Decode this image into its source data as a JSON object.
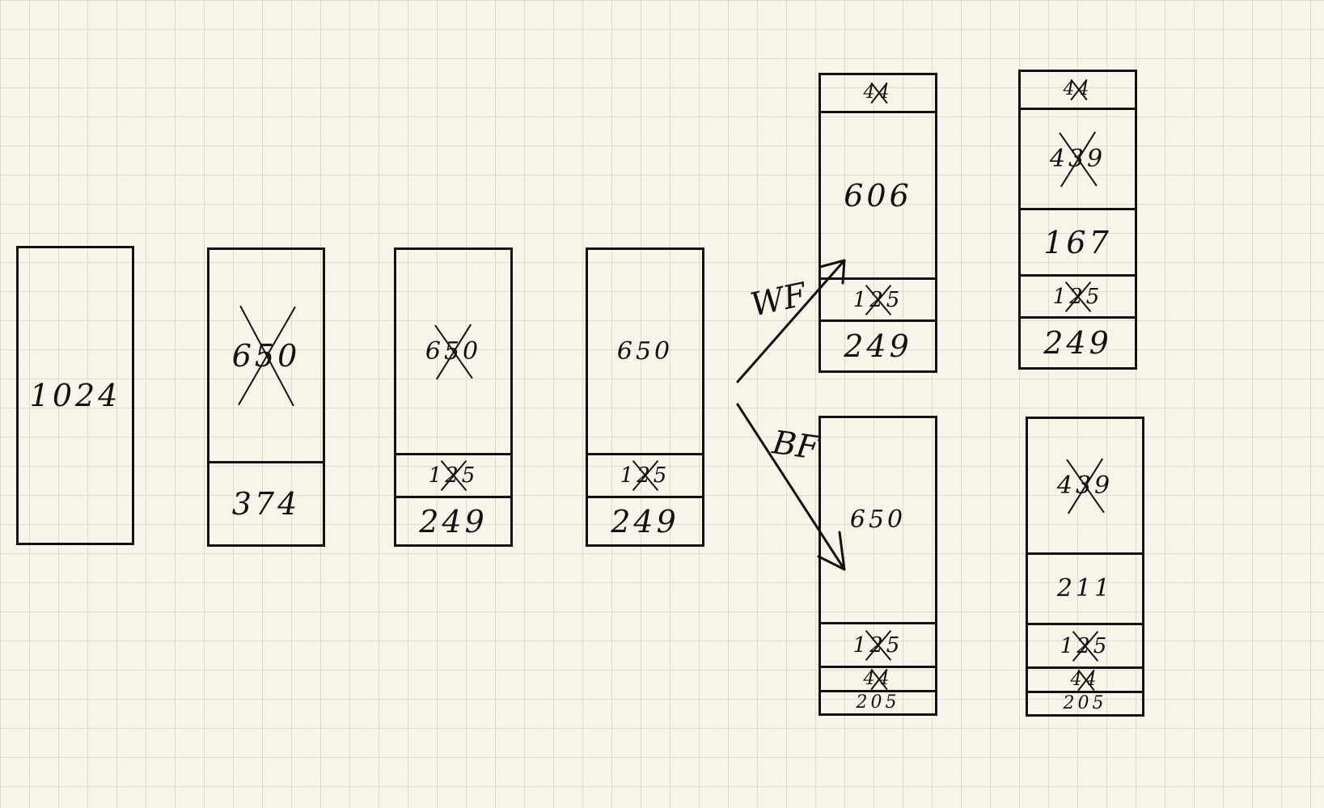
{
  "blocks": [
    {
      "name": "block-initial",
      "segments": [
        {
          "value": "1024",
          "crossed": false
        }
      ]
    },
    {
      "name": "block-step-1",
      "segments": [
        {
          "value": "650",
          "crossed": true
        },
        {
          "value": "374",
          "crossed": false
        }
      ]
    },
    {
      "name": "block-step-2",
      "segments": [
        {
          "value": "650",
          "crossed": true
        },
        {
          "value": "125",
          "crossed": true
        },
        {
          "value": "249",
          "crossed": false
        }
      ]
    },
    {
      "name": "block-step-3",
      "segments": [
        {
          "value": "650",
          "crossed": false
        },
        {
          "value": "125",
          "crossed": true
        },
        {
          "value": "249",
          "crossed": false
        }
      ]
    },
    {
      "name": "block-wf-1",
      "segments": [
        {
          "value": "44",
          "crossed": true
        },
        {
          "value": "606",
          "crossed": false
        },
        {
          "value": "125",
          "crossed": true
        },
        {
          "value": "249",
          "crossed": false
        }
      ]
    },
    {
      "name": "block-wf-2",
      "segments": [
        {
          "value": "44",
          "crossed": true
        },
        {
          "value": "439",
          "crossed": true
        },
        {
          "value": "167",
          "crossed": false
        },
        {
          "value": "125",
          "crossed": true
        },
        {
          "value": "249",
          "crossed": false
        }
      ]
    },
    {
      "name": "block-bf-1",
      "segments": [
        {
          "value": "650",
          "crossed": false
        },
        {
          "value": "125",
          "crossed": true
        },
        {
          "value": "44",
          "crossed": true
        },
        {
          "value": "205",
          "crossed": false
        }
      ]
    },
    {
      "name": "block-bf-2",
      "segments": [
        {
          "value": "439",
          "crossed": true
        },
        {
          "value": "211",
          "crossed": false
        },
        {
          "value": "125",
          "crossed": true
        },
        {
          "value": "44",
          "crossed": true
        },
        {
          "value": "205",
          "crossed": false
        }
      ]
    }
  ],
  "labels": {
    "wf": "WF",
    "bf": "BF"
  }
}
